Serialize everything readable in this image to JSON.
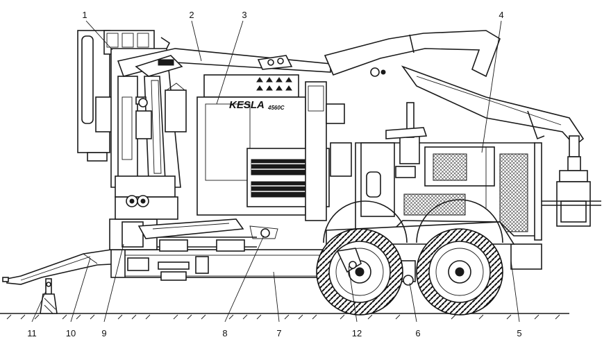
{
  "diagram": {
    "brand_text": "KESLA",
    "model_text": "4560C",
    "callouts": [
      {
        "label": "1"
      },
      {
        "label": "2"
      },
      {
        "label": "3"
      },
      {
        "label": "4"
      },
      {
        "label": "5"
      },
      {
        "label": "6"
      },
      {
        "label": "7"
      },
      {
        "label": "8"
      },
      {
        "label": "9"
      },
      {
        "label": "10"
      },
      {
        "label": "11"
      },
      {
        "label": "12"
      }
    ]
  }
}
